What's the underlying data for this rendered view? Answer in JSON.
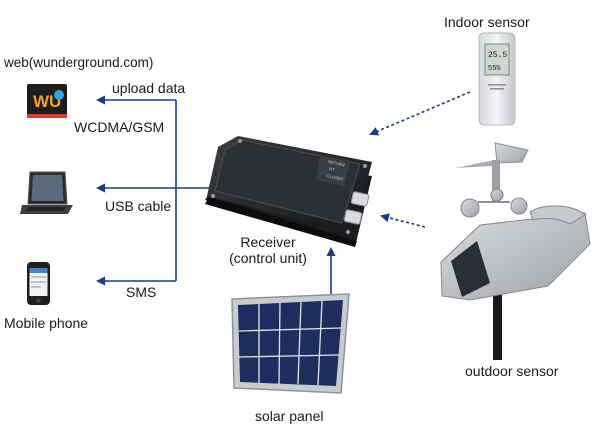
{
  "labels": {
    "web": "web(wunderground.com)",
    "upload": "upload data",
    "wcdma": "WCDMA/GSM",
    "usb": "USB cable",
    "sms": "SMS",
    "mobile": "Mobile phone",
    "receiver_line1": "Receiver",
    "receiver_line2": "(control unit)",
    "indoor": "Indoor sensor",
    "outdoor": "outdoor sensor",
    "solar": "solar panel"
  },
  "device_text": {
    "receiver_panel": [
      "RETURN",
      "NT",
      "CLOSED"
    ],
    "sensor_display": [
      "25.5",
      "55%"
    ],
    "logo_letters": "WU"
  },
  "colors": {
    "arrow": "#1b3a8a",
    "text": "#1a1a1a",
    "wu_logo_bg": "#1d1d1d"
  }
}
